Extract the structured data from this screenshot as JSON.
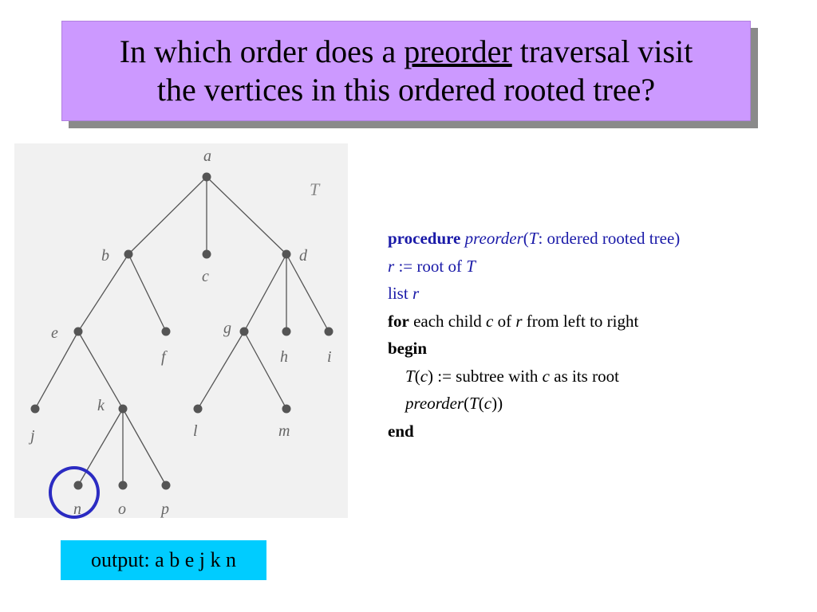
{
  "title": {
    "line1_before": "In which order does a ",
    "line1_underlined": "preorder",
    "line1_after": " traversal visit",
    "line2": "the vertices in this ordered rooted tree?"
  },
  "tree": {
    "tree_label": "T",
    "vertices": [
      "a",
      "b",
      "c",
      "d",
      "e",
      "f",
      "g",
      "h",
      "i",
      "j",
      "k",
      "l",
      "m",
      "n",
      "o",
      "p"
    ],
    "edges": [
      [
        "a",
        "b"
      ],
      [
        "a",
        "c"
      ],
      [
        "a",
        "d"
      ],
      [
        "b",
        "e"
      ],
      [
        "b",
        "f"
      ],
      [
        "d",
        "g"
      ],
      [
        "d",
        "h"
      ],
      [
        "d",
        "i"
      ],
      [
        "e",
        "j"
      ],
      [
        "e",
        "k"
      ],
      [
        "g",
        "l"
      ],
      [
        "g",
        "m"
      ],
      [
        "k",
        "n"
      ],
      [
        "k",
        "o"
      ],
      [
        "k",
        "p"
      ]
    ],
    "highlighted_vertex": "n"
  },
  "code": {
    "l1_kw": "procedure",
    "l1_name": "preorder",
    "l1_open": "(",
    "l1_T": "T",
    "l1_rest": ": ordered rooted tree)",
    "l2_r": "r",
    "l2_mid": " := root of ",
    "l2_T": "T",
    "l3_list": "list ",
    "l3_r": "r",
    "l4_kw": "for",
    "l4_a": " each child ",
    "l4_c": "c",
    "l4_b": " of ",
    "l4_r": "r",
    "l4_rest": " from left to right",
    "l5_kw": "begin",
    "l6_T": "T",
    "l6_p1": "(",
    "l6_c": "c",
    "l6_p2": ") := subtree with ",
    "l6_c2": "c",
    "l6_rest": " as its root",
    "l7_name": "preorder",
    "l7_p1": "(",
    "l7_T": "T",
    "l7_p2": "(",
    "l7_c": "c",
    "l7_p3": "))",
    "l8_kw": "end"
  },
  "output": {
    "text": "output: a b e j k n"
  },
  "colors": {
    "title_bg": "#cc99ff",
    "output_bg": "#00ccff",
    "code_blue": "#1a1aa8",
    "highlight_circle": "#2b2bc2"
  }
}
